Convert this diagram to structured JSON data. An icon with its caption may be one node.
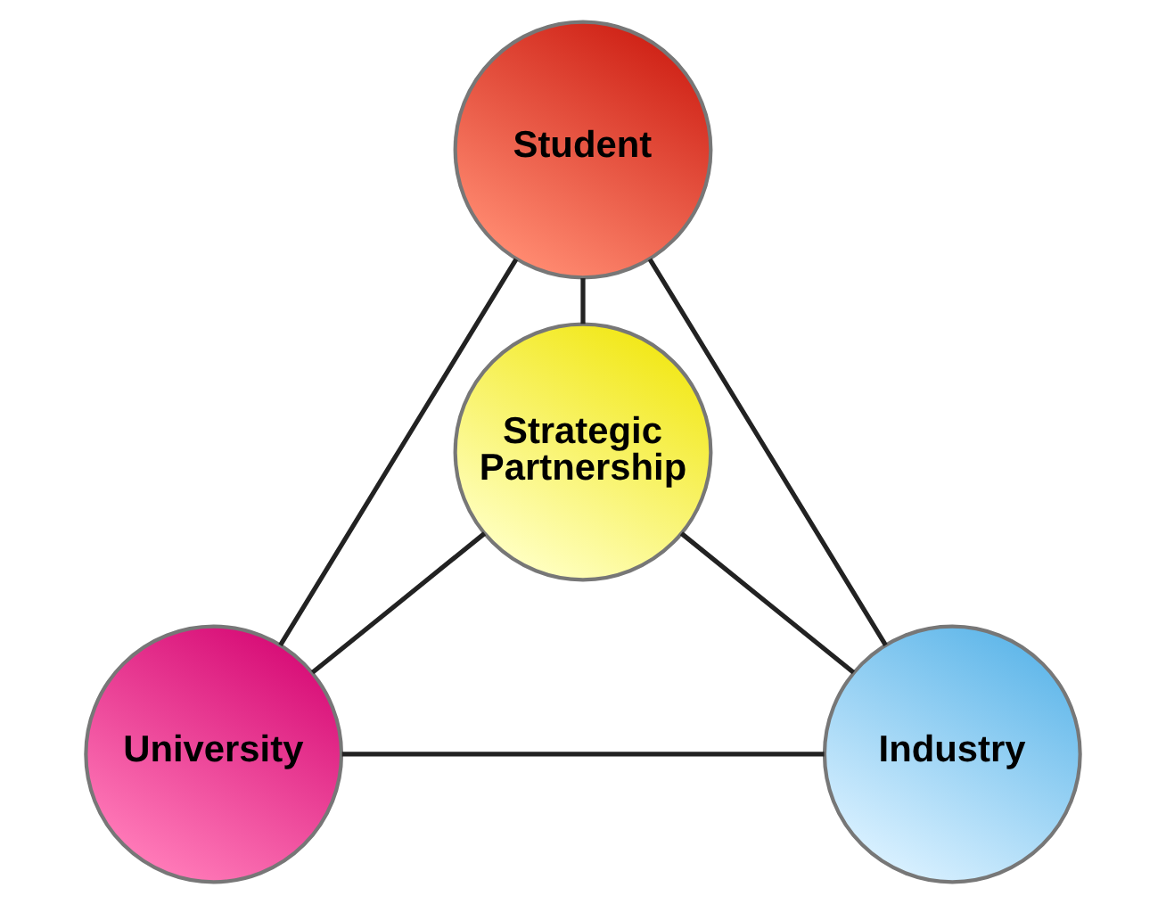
{
  "diagram": {
    "nodes": [
      {
        "text": [
          "Student"
        ]
      },
      {
        "text": [
          "Strategic Partnership"
        ]
      },
      {
        "text": [
          "University"
        ]
      },
      {
        "text": [
          "Industry"
        ]
      }
    ],
    "edges": [
      {
        "from": 0,
        "to": 1,
        "arrow": "none"
      },
      {
        "from": 0,
        "to": 2,
        "arrow": "none"
      },
      {
        "from": 0,
        "to": 3,
        "arrow": "none"
      },
      {
        "from": 2,
        "to": 1,
        "arrow": "none"
      },
      {
        "from": 3,
        "to": 1,
        "arrow": "none"
      },
      {
        "from": 2,
        "to": 3,
        "arrow": "none"
      }
    ]
  }
}
